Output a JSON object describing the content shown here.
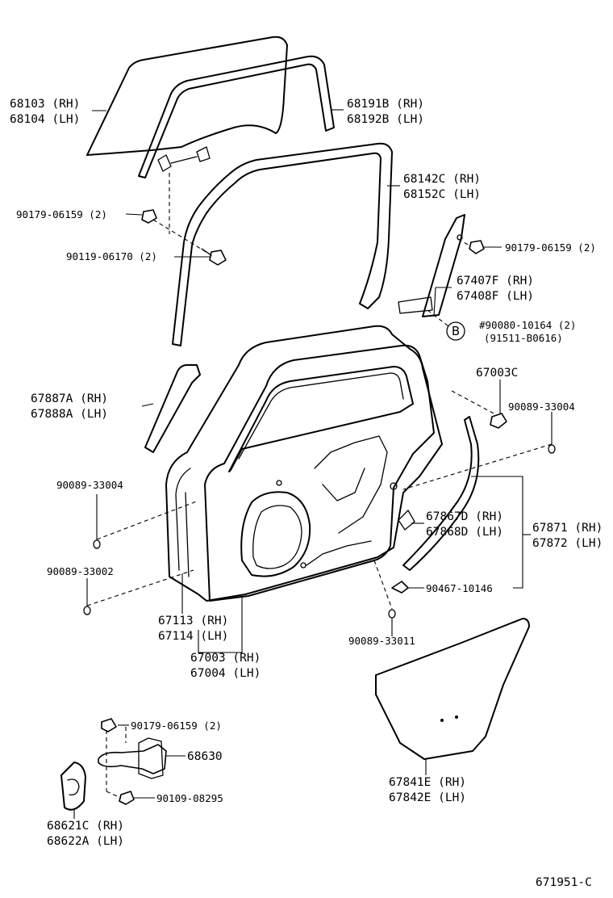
{
  "labels": {
    "glass_rh": "68103 (RH)",
    "glass_lh": "68104 (LH)",
    "run_rh": "68191B (RH)",
    "run_lh": "68192B (LH)",
    "frame_rh": "68142C (RH)",
    "frame_lh": "68152C (LH)",
    "clip_upper_glass": "90179-06159 (2)",
    "clip_upper_channel": "90179-06159 (2)",
    "bolt_glass": "90119-06170 (2)",
    "channel_rh": "67407F (RH)",
    "channel_lh": "67408F (LH)",
    "screw_b_main": "#90080-10164 (2)",
    "screw_b_alt": "(91511-B0616)",
    "marker_b": "B",
    "plug_c": "67003C",
    "plug_right": "90089-33004",
    "moulding_rh": "67887A (RH)",
    "moulding_lh": "67888A (LH)",
    "plug_left_upper": "90089-33004",
    "weatherstrip_clip_rh": "67867D (RH)",
    "weatherstrip_clip_lh": "67868D (LH)",
    "weatherstrip_rh": "67871 (RH)",
    "weatherstrip_lh": "67872 (LH)",
    "plug_left_lower": "90089-33002",
    "clip_ws": "90467-10146",
    "panel_inner_rh": "67113 (RH)",
    "panel_inner_lh": "67114 (LH)",
    "plug_bottom": "90089-33011",
    "door_panel_rh": "67003 (RH)",
    "door_panel_lh": "67004 (LH)",
    "check_nut": "90179-06159 (2)",
    "check": "68630",
    "check_bolt": "90109-08295",
    "hinge_rh": "68621C (RH)",
    "hinge_lh": "68622A (LH)",
    "cover_rh": "67841E (RH)",
    "cover_lh": "67842E (LH)",
    "diagram_code": "671951-C"
  }
}
